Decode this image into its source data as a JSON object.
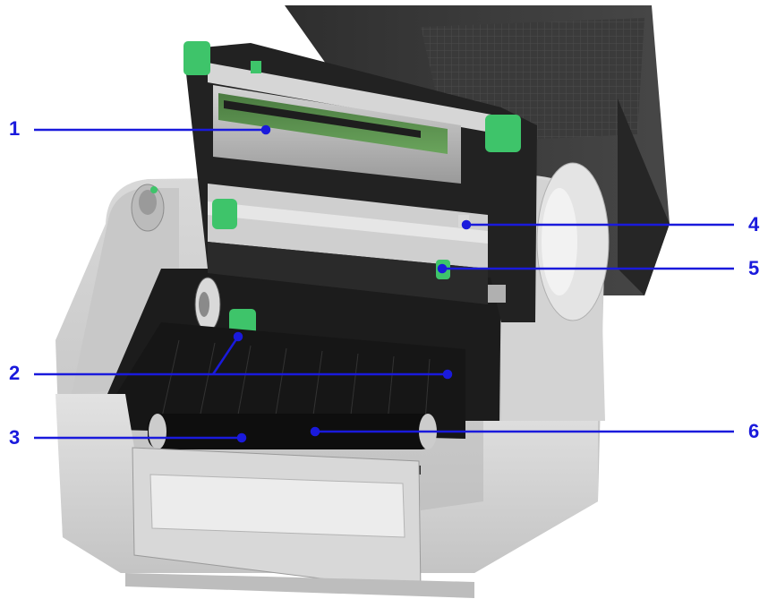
{
  "callouts": [
    {
      "id": 1,
      "label": "1"
    },
    {
      "id": 2,
      "label": "2"
    },
    {
      "id": 3,
      "label": "3"
    },
    {
      "id": 4,
      "label": "4"
    },
    {
      "id": 5,
      "label": "5"
    },
    {
      "id": 6,
      "label": "6"
    }
  ],
  "colors": {
    "callout": "#1a1adc",
    "accent_green": "#3ec46a",
    "housing_gray": "#cfcfcf",
    "dark": "#1c1c1c"
  }
}
